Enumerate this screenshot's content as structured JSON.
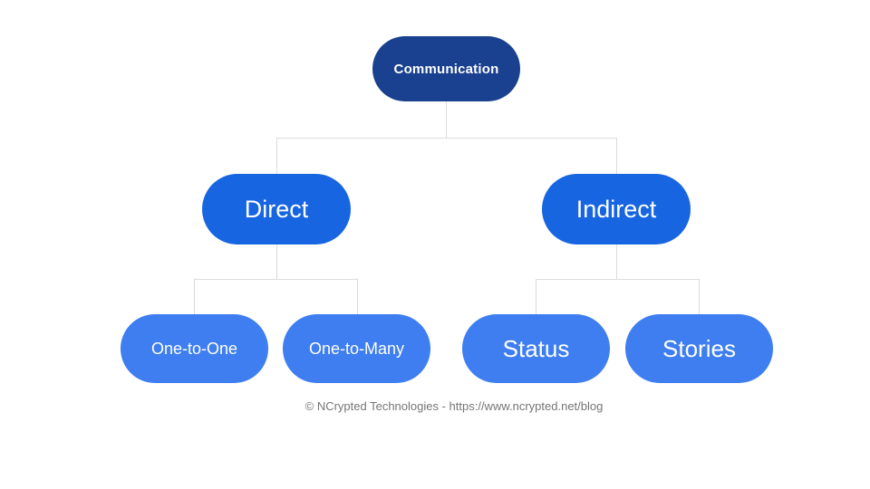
{
  "page": {
    "background": "#FFFFFF"
  },
  "diagram": {
    "type": "hierarchy-tree",
    "root": {
      "label": "Communication",
      "children": [
        {
          "label": "Direct",
          "children": [
            {
              "label": "One-to-One"
            },
            {
              "label": "One-to-Many"
            }
          ]
        },
        {
          "label": "Indirect",
          "children": [
            {
              "label": "Status"
            },
            {
              "label": "Stories"
            }
          ]
        }
      ]
    },
    "colors": {
      "root_fill": "#19418F",
      "level2_fill": "#1765E0",
      "level3_fill": "#3E7EF0",
      "label_text": "#FFFFFF",
      "connector": "#DCDCDC",
      "footer_text": "#757575"
    }
  },
  "footer": {
    "credit": "© NCrypted Technologies - https://www.ncrypted.net/blog"
  }
}
